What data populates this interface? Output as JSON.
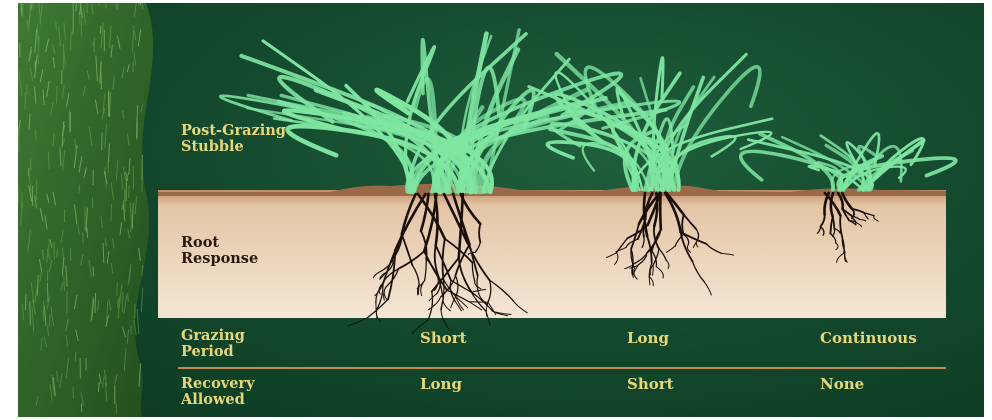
{
  "labels": {
    "stubble_line1": "Post-Grazing",
    "stubble_line2": "Stubble",
    "root_line1": "Root",
    "root_line2": "Response",
    "grazing_line1": "Grazing",
    "grazing_line2": "Period",
    "recovery_line1": "Recovery",
    "recovery_line2": "Allowed"
  },
  "columns": [
    {
      "grazing_period": "Short",
      "recovery": "Long"
    },
    {
      "grazing_period": "Long",
      "recovery": "Short"
    },
    {
      "grazing_period": "Continuous",
      "recovery": "None"
    }
  ],
  "colors": {
    "panel": "#144a2e",
    "grass_blade": "#7fe6a2",
    "soil": "#e8cdb0",
    "root": "#1a0f0a",
    "label_gold": "#e6d77a"
  }
}
